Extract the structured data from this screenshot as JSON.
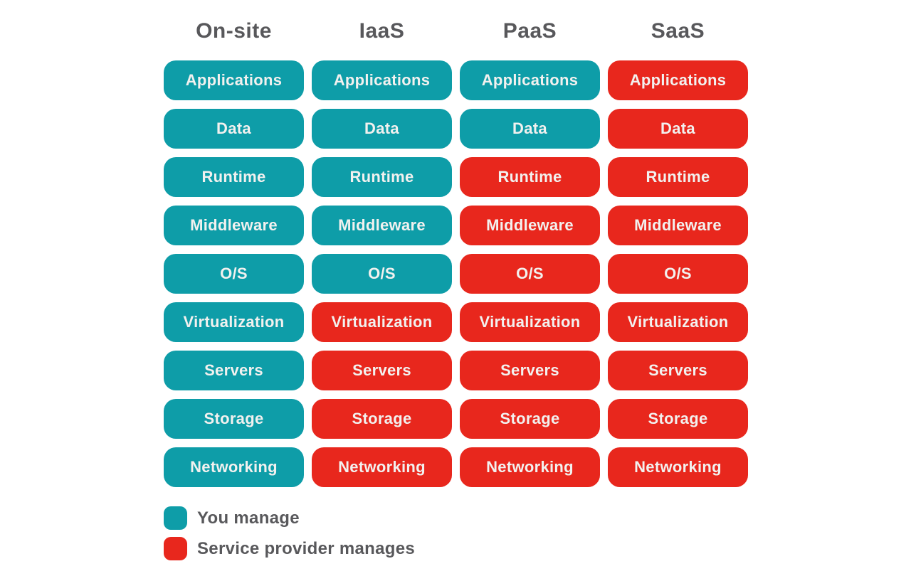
{
  "palette": {
    "background": "#ffffff",
    "teal": "#0E9DA8",
    "red": "#E8271D",
    "heading_text": "#58585B",
    "pill_text": "#F2F1EF"
  },
  "columns": [
    {
      "label": "On-site",
      "cells": [
        {
          "label": "Applications",
          "owner": "you"
        },
        {
          "label": "Data",
          "owner": "you"
        },
        {
          "label": "Runtime",
          "owner": "you"
        },
        {
          "label": "Middleware",
          "owner": "you"
        },
        {
          "label": "O/S",
          "owner": "you"
        },
        {
          "label": "Virtualization",
          "owner": "you"
        },
        {
          "label": "Servers",
          "owner": "you"
        },
        {
          "label": "Storage",
          "owner": "you"
        },
        {
          "label": "Networking",
          "owner": "you"
        }
      ]
    },
    {
      "label": "IaaS",
      "cells": [
        {
          "label": "Applications",
          "owner": "you"
        },
        {
          "label": "Data",
          "owner": "you"
        },
        {
          "label": "Runtime",
          "owner": "you"
        },
        {
          "label": "Middleware",
          "owner": "you"
        },
        {
          "label": "O/S",
          "owner": "you"
        },
        {
          "label": "Virtualization",
          "owner": "provider"
        },
        {
          "label": "Servers",
          "owner": "provider"
        },
        {
          "label": "Storage",
          "owner": "provider"
        },
        {
          "label": "Networking",
          "owner": "provider"
        }
      ]
    },
    {
      "label": "PaaS",
      "cells": [
        {
          "label": "Applications",
          "owner": "you"
        },
        {
          "label": "Data",
          "owner": "you"
        },
        {
          "label": "Runtime",
          "owner": "provider"
        },
        {
          "label": "Middleware",
          "owner": "provider"
        },
        {
          "label": "O/S",
          "owner": "provider"
        },
        {
          "label": "Virtualization",
          "owner": "provider"
        },
        {
          "label": "Servers",
          "owner": "provider"
        },
        {
          "label": "Storage",
          "owner": "provider"
        },
        {
          "label": "Networking",
          "owner": "provider"
        }
      ]
    },
    {
      "label": "SaaS",
      "cells": [
        {
          "label": "Applications",
          "owner": "provider"
        },
        {
          "label": "Data",
          "owner": "provider"
        },
        {
          "label": "Runtime",
          "owner": "provider"
        },
        {
          "label": "Middleware",
          "owner": "provider"
        },
        {
          "label": "O/S",
          "owner": "provider"
        },
        {
          "label": "Virtualization",
          "owner": "provider"
        },
        {
          "label": "Servers",
          "owner": "provider"
        },
        {
          "label": "Storage",
          "owner": "provider"
        },
        {
          "label": "Networking",
          "owner": "provider"
        }
      ]
    }
  ],
  "legend": {
    "items": [
      {
        "label": "You manage",
        "owner": "you"
      },
      {
        "label": "Service provider manages",
        "owner": "provider"
      }
    ]
  }
}
